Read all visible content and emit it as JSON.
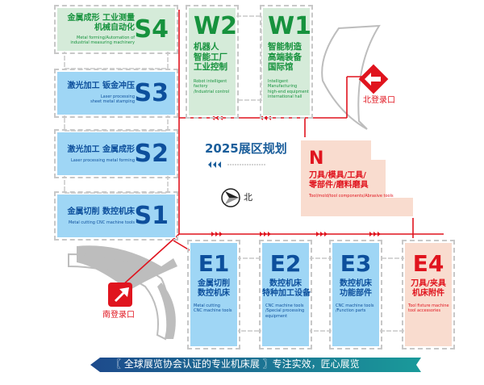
{
  "title": "2025展区规划",
  "compass": {
    "label": "北",
    "icon": "north-arrow-icon"
  },
  "entrances": [
    {
      "id": "north",
      "label": "北登录口",
      "icon": "arrow-left-icon"
    },
    {
      "id": "south",
      "label": "南登录口",
      "icon": "arrow-up-right-icon"
    }
  ],
  "halls": {
    "S4": {
      "code": "S4",
      "zh_lines": [
        "金属成形  工业测量",
        "机械自动化"
      ],
      "en_lines": [
        "Metal forming/Automation of",
        "industrial measuring machinery"
      ]
    },
    "S3": {
      "code": "S3",
      "zh_lines": [
        "激光加工  钣金冲压"
      ],
      "en_lines": [
        "Laser processing",
        "sheet metal stamping"
      ]
    },
    "S2": {
      "code": "S2",
      "zh_lines": [
        "激光加工  金属成形"
      ],
      "en_lines": [
        "Laser processing metal forming"
      ]
    },
    "S1": {
      "code": "S1",
      "zh_lines": [
        "金属切削  数控机床"
      ],
      "en_lines": [
        "Metal cutting CNC machine tools"
      ]
    },
    "W2": {
      "code": "W2",
      "zh_lines": [
        "机器人",
        "智能工厂",
        "工业控制"
      ],
      "en_lines": [
        "Robot intelligent",
        "factory",
        "/Industrial control"
      ]
    },
    "W1": {
      "code": "W1",
      "zh_lines": [
        "智能制造",
        "高端装备",
        "国际馆"
      ],
      "en_lines": [
        "Intelligent",
        "Manufacturing",
        "high-end equipment",
        "international hall"
      ]
    },
    "N": {
      "code": "N",
      "zh_lines": [
        "刀具/模具/工具/",
        "零部件/磨料磨具"
      ],
      "en_lines": [
        "Tool/mold/tool components/Abrasive tools"
      ]
    },
    "E1": {
      "code": "E1",
      "zh_lines": [
        "金属切削",
        "数控机床"
      ],
      "en_lines": [
        "Metal cutting",
        "CNC machine tools"
      ]
    },
    "E2": {
      "code": "E2",
      "zh_lines": [
        "数控机床",
        "特种加工设备"
      ],
      "en_lines": [
        "CNC machine tools",
        "/Special processing",
        "equipment"
      ]
    },
    "E3": {
      "code": "E3",
      "zh_lines": [
        "数控机床",
        "功能部件"
      ],
      "en_lines": [
        "CNC machine tools",
        "/Function parts"
      ]
    },
    "E4": {
      "code": "E4",
      "zh_lines": [
        "刀具/夹具",
        "机床附件"
      ],
      "en_lines": [
        "Tool fixture machine",
        "tool accessories"
      ]
    }
  },
  "banner": {
    "text": "〖 全球展览协会认证的专业机床展 〗专注实效，匠心展览"
  },
  "colors": {
    "green_hall": "#d5ebd9",
    "blue_hall": "#9fd6f5",
    "pink_hall": "#f9dccf",
    "green_text": "#16923d",
    "blue_text": "#0d4f9c",
    "red": "#e0141e",
    "route": "#e0141e",
    "outline": "#c8c8c8",
    "banner_start": "#1d4a8c",
    "banner_end": "#1a9a9a"
  }
}
